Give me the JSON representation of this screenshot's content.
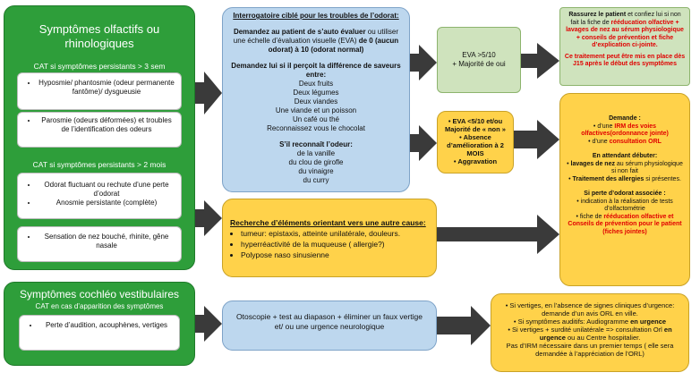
{
  "olfactory": {
    "title": "Symptômes olfactifs ou rhinologiques",
    "cat1": "CAT si symptômes persistants > 3 sem",
    "item1": "Hyposmie/ phantosmie (odeur permanente fantôme)/ dysgueusie",
    "item2": "Parosmie (odeurs déformées) et troubles de l’identification des odeurs",
    "cat2": "CAT  si symptômes persistants > 2 mois",
    "item3a": "Odorat fluctuant ou rechute d’une perte d’odorat",
    "item3b": "Anosmie persistante (complète)",
    "item4": "Sensation de nez bouché, rhinite, gêne nasale"
  },
  "cochlear": {
    "title": "Symptômes cochléo vestibulaires",
    "cat": "CAT en cas d’apparition des symptômes",
    "item": "Perte d’audition, acouphènes, vertiges"
  },
  "interrogatoire": {
    "title": "Interrogatoire ciblé pour les troubles de l’odorat:",
    "p1_bold": "Demandez au patient de s’auto évaluer",
    "p1_rest": " ou utiliser une échelle d’évaluation visuelle (EVA) ",
    "p1_bold2": "de 0 (aucun odorat) à 10 (odorat normal)",
    "p2": "Demandez lui si il perçoit la différence de saveurs entre:",
    "flavors": [
      "Deux fruits",
      "Deux légumes",
      "Deux viandes",
      "Une viande et un poisson",
      "Un café ou thé",
      "Reconnaissez vous le chocolat"
    ],
    "p3": "S’il reconnaît l’odeur:",
    "odors": [
      "de la vanille",
      "du clou de girofle",
      "du vinaigre",
      "du curry"
    ]
  },
  "eva_high": {
    "line1": "EVA >5/10",
    "line2": "+ Majorité de oui"
  },
  "reassure": {
    "b1": "Rassurez le patient",
    "t1": " et confiez lui si non fait la fiche de ",
    "r1": "rééducation olfactive + lavages de nez au sérum physiologique + conseils de prévention et fiche d’explication ci-jointe.",
    "b2": "Ce traitement peut être mis en place dès J15 après le début des symptômes"
  },
  "eva_low": {
    "items": [
      "EVA <5/10 et/ou Majorité de « non »",
      "Absence d’amélioration à 2 MOIS",
      "Aggravation"
    ]
  },
  "demand": {
    "title": "Demande :",
    "l1_pre": "d’une ",
    "l1_red": "IRM des voies olfactives(ordonnance jointe)",
    "l2_pre": "d’une ",
    "l2_red": "consultation ORL",
    "wait": "En attendant débuter:",
    "w1_b": "lavages de nez",
    "w1_t": " au sérum physiologique si non fait",
    "w2_b": "Traitement des allergies",
    "w2_t": " si présentes.",
    "loss": "Si perte d’odorat  associée :",
    "x1": "indication à la réalisation de tests d’olfactométrie",
    "x2_pre": "fiche de ",
    "x2_red": "rééducation olfactive et Conseils de prévention pour le patient (fiches jointes)"
  },
  "other_cause": {
    "title": "Recherche d’éléments orientant vers une autre cause:",
    "items": [
      "tumeur: epistaxis, atteinte unilatérale, douleurs.",
      "hyperréactivité de la muqueuse ( allergie?)",
      "Polypose naso sinusienne"
    ]
  },
  "otoscopie": {
    "text": "Otoscopie + test au diapason + éliminer un faux vertige et/ ou une urgence neurologique"
  },
  "vertiges": {
    "i1": "Si vertiges, en l’absence de signes cliniques d’urgence: demande d’un avis ORL en ville.",
    "i2_pre": "Si symptômes auditifs: Audiogramme ",
    "i2_b": "en urgence",
    "i3_pre": "Si vertiges + surdité unilatérale => consultation Orl ",
    "i3_b": "en urgence",
    "i3_post": " ou au Centre hospitalier.",
    "p": "Pas d’IRM nécessaire dans un premier temps ( elle sera demandée à l’appréciation de l’ORL)"
  },
  "colors": {
    "green": "#2e9e3a",
    "blue": "#bdd7ee",
    "yellow": "#ffd24a",
    "lightgreen": "#cfe3bd",
    "red": "#e00000",
    "arrow": "#3a3a3a"
  }
}
